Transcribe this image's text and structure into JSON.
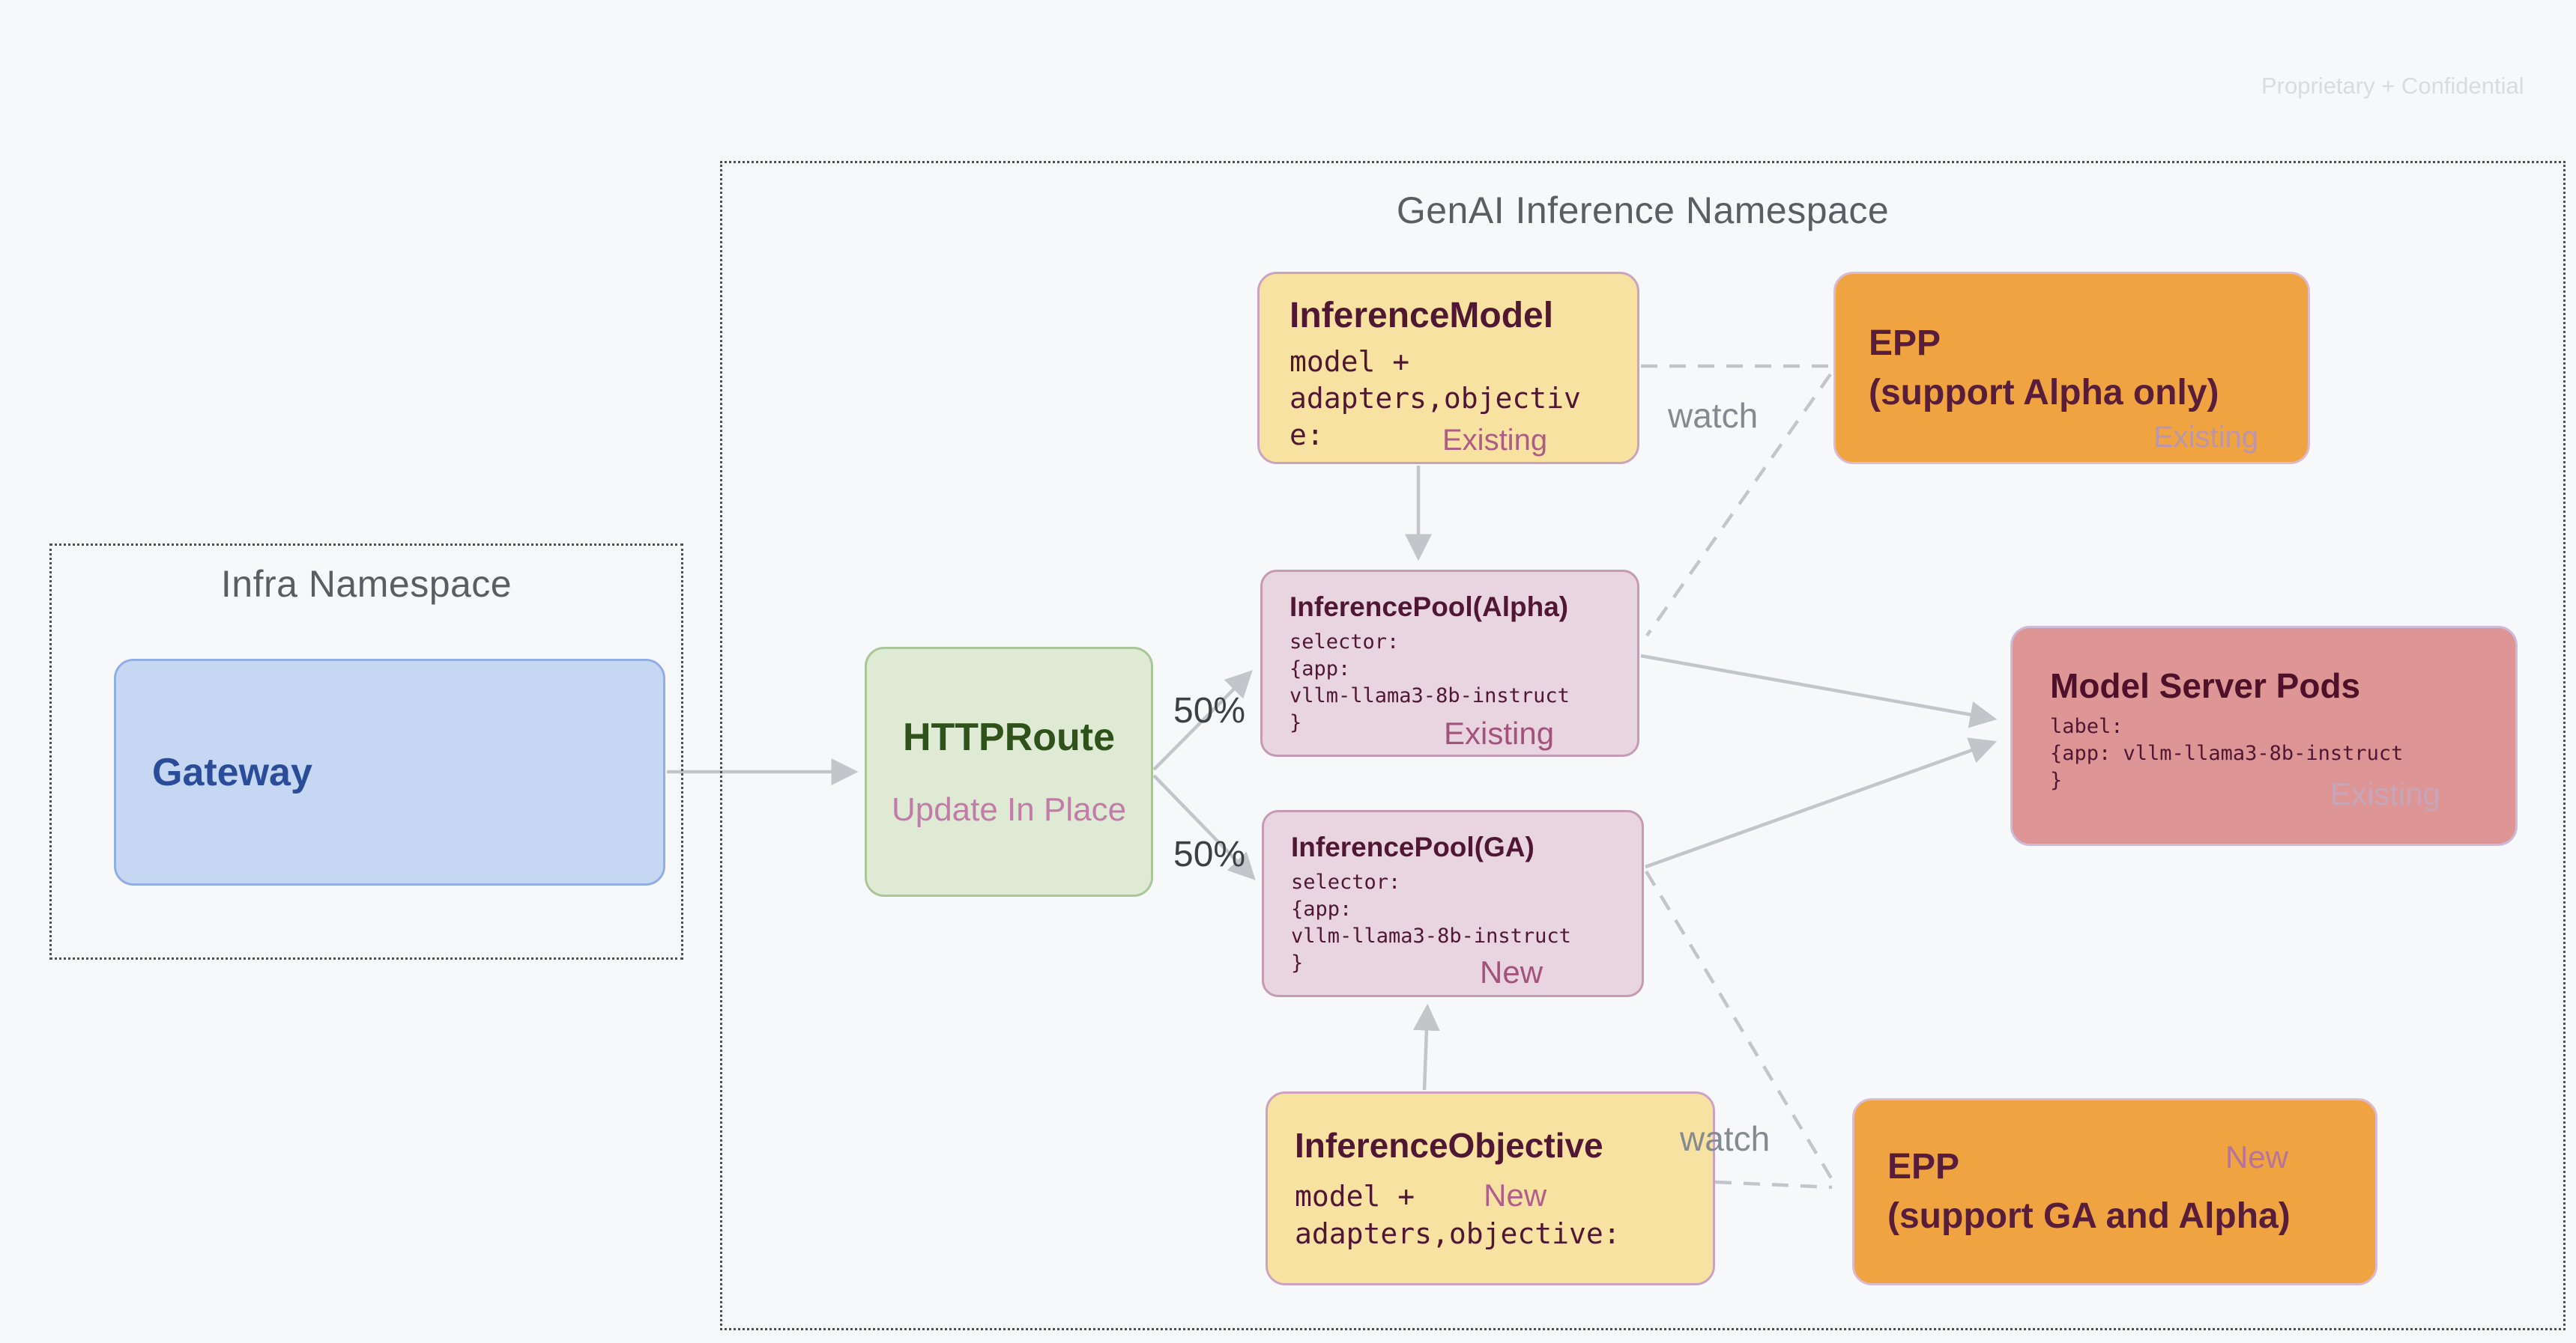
{
  "watermark": "Proprietary + Confidential",
  "namespaces": {
    "infra": {
      "title": "Infra Namespace"
    },
    "genai": {
      "title": "GenAI Inference Namespace"
    }
  },
  "nodes": {
    "gateway": {
      "title": "Gateway"
    },
    "httproute": {
      "title": "HTTPRoute",
      "subtitle": "Update In Place"
    },
    "inference_model": {
      "title": "InferenceModel",
      "code": "model +\nadapters,objectiv\ne:",
      "status": "Existing"
    },
    "epp_alpha": {
      "title": "EPP",
      "subtitle": "(support Alpha only)",
      "status": "Existing"
    },
    "pool_alpha": {
      "title": "InferencePool(Alpha)",
      "code": "selector:\n{app:\nvllm-llama3-8b-instruct\n}",
      "status": "Existing"
    },
    "pool_ga": {
      "title": "InferencePool(GA)",
      "code": "selector:\n{app:\nvllm-llama3-8b-instruct\n}",
      "status": "New"
    },
    "model_server_pods": {
      "title": "Model Server Pods",
      "code": "label:\n{app: vllm-llama3-8b-instruct\n}",
      "status": "Existing"
    },
    "inference_objective": {
      "title": "InferenceObjective",
      "code_line1": "model +",
      "code_line2": "adapters,objective:",
      "status": "New"
    },
    "epp_ga": {
      "title": "EPP",
      "subtitle": "(support GA and Alpha)",
      "status": "New"
    }
  },
  "edge_labels": {
    "watch_top": "watch",
    "watch_bottom": "watch",
    "split_alpha": "50%",
    "split_ga": "50%"
  },
  "colors": {
    "background": "#F7F8FA",
    "box_yellow": "#F8E2A2",
    "box_orange": "#F0A441",
    "box_pink": "#E8D5DF",
    "box_rose": "#DD9595",
    "box_blue": "#C6D7F4",
    "box_green": "#DEEAD4",
    "text_maroon": "#4F1733",
    "text_green": "#2F521B",
    "text_blue": "#2B4D99",
    "status_mauve": "#AC5C86",
    "wire_gray": "#C2C6CB",
    "label_gray": "#858A90"
  }
}
